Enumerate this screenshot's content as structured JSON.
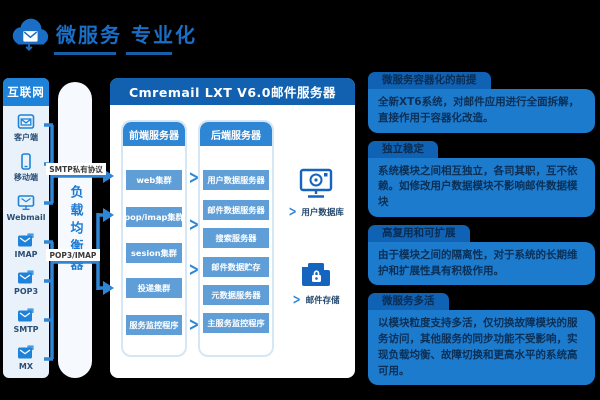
{
  "header": {
    "title": "微服务 专业化"
  },
  "internet_panel": {
    "title": "互联网",
    "items": [
      {
        "label": "客户端",
        "icon": "mail-client-icon"
      },
      {
        "label": "移动端",
        "icon": "mobile-icon"
      },
      {
        "label": "Webmail",
        "icon": "webmail-monitor-icon"
      },
      {
        "label": "IMAP",
        "icon": "envelope-icon"
      },
      {
        "label": "POP3",
        "icon": "envelope-icon"
      },
      {
        "label": "SMTP",
        "icon": "envelope-icon"
      },
      {
        "label": "MX",
        "icon": "envelope-icon"
      }
    ]
  },
  "load_balancer": {
    "label": "负载均衡器"
  },
  "flow_labels": {
    "top": "SMTP私有协议",
    "bottom": "POP3/IMAP"
  },
  "mail_server_panel": {
    "title": "Cmremail LXT V6.0邮件服务器",
    "frontend": {
      "title": "前端服务器",
      "rows": [
        "web集群",
        "pop/imap集群",
        "sesion集群",
        "投递集群",
        "服务监控程序"
      ]
    },
    "backend": {
      "title": "后端服务器",
      "rows": [
        "用户数据服务器",
        "邮件数据服务器",
        "搜索服务器",
        "邮件数据贮存",
        "元数据服务器",
        "主服务监控程序"
      ]
    },
    "storages": [
      {
        "label": "用户数据库",
        "icon": "database-monitor-icon"
      },
      {
        "label": "邮件存储",
        "icon": "secure-folder-icon"
      }
    ]
  },
  "benefits": [
    {
      "title": "微服务容器化的前提",
      "body": "全新XT6系统，对邮件应用进行全面拆解，直接作用于容器化改造。"
    },
    {
      "title": "独立稳定",
      "body": "系统模块之间相互独立，各司其职，互不依赖。如修改用户数据模块不影响邮件数据模块"
    },
    {
      "title": "高复用和可扩展",
      "body": "由于模块之间的隔离性，对于系统的长期维护和扩展性具有积极作用。"
    },
    {
      "title": "微服务多活",
      "body": "以模块粒度支持多活，仅切换故障模块的服务访问，其他服务的同步功能不受影响，实现负载均衡、故障切换和更高水平的系统高可用。"
    }
  ],
  "colors": {
    "background": "#000000",
    "accent_blue": "#1e82d8",
    "brand_blue": "#1b6ec5",
    "titlebar_blue": "#1161b0",
    "row_blue": "#5f9ed6",
    "column_header_blue": "#2e86d4",
    "panel_light": "#e9f2fb",
    "benefit_body_blue": "#1d7bce",
    "benefit_tab_blue": "#1063b4",
    "benefit_text": "#0b2f55"
  }
}
